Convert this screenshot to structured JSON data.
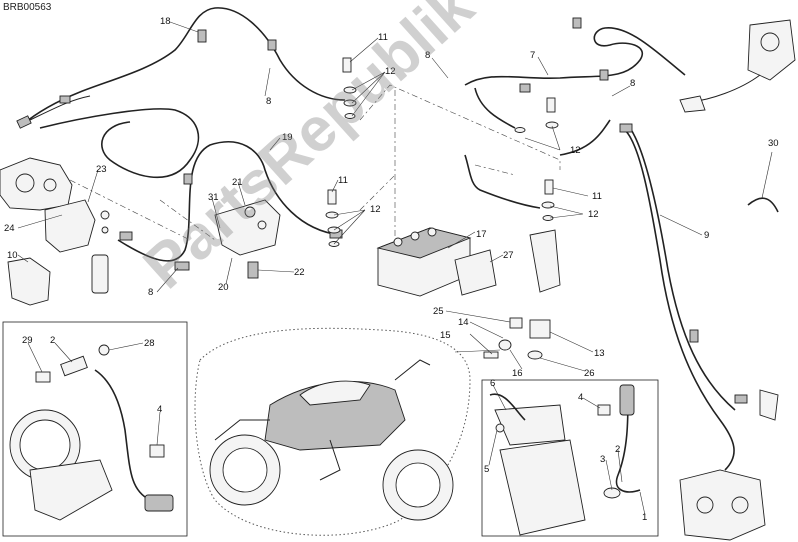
{
  "diagram": {
    "code": "BRB00563",
    "watermark": "PartsRepublik",
    "callouts": {
      "c1": "18",
      "c2": "11",
      "c3": "12",
      "c4": "8",
      "c5": "8",
      "c6": "7",
      "c7": "8",
      "c8": "19",
      "c9": "23",
      "c10": "24",
      "c11": "10",
      "c12": "21",
      "c13": "31",
      "c14": "11",
      "c15": "12",
      "c16": "20",
      "c17": "8",
      "c18": "22",
      "c19": "17",
      "c20": "27",
      "c21": "12",
      "c22": "11",
      "c23": "12",
      "c24": "9",
      "c25": "30",
      "c26": "25",
      "c27": "14",
      "c28": "15",
      "c29": "16",
      "c30": "26",
      "c31": "13",
      "c32": "29",
      "c33": "2",
      "c34": "28",
      "c35": "4",
      "c36": "6",
      "c37": "5",
      "c38": "4",
      "c39": "3",
      "c40": "2",
      "c41": "1"
    }
  }
}
